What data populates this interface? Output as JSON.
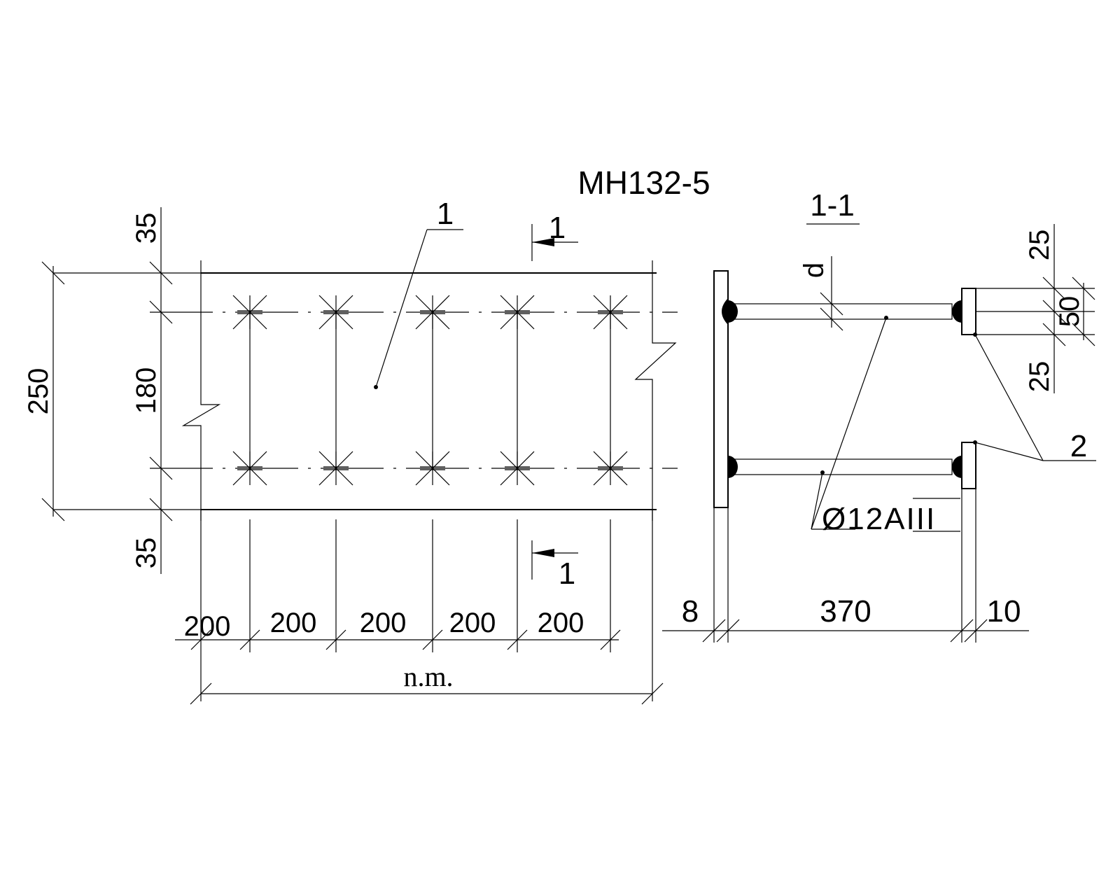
{
  "title": "МН132-5",
  "section_label": "1-1",
  "callouts": {
    "plate": "1",
    "stud": "2",
    "section_mark_top": "1",
    "section_mark_bottom": "1",
    "diameter": "d",
    "rebar": "Ø12AIII"
  },
  "dimensions": {
    "overall_height": "250",
    "inner_height": "180",
    "edge_top": "35",
    "edge_bottom": "35",
    "spacing": [
      "200",
      "200",
      "200",
      "200",
      "200"
    ],
    "overall_length": "n.m.",
    "section_plate_thickness": "8",
    "section_length": "370",
    "section_head_thickness": "10",
    "section_top": "25",
    "section_mid": "50",
    "section_bottom": "25"
  },
  "colors": {
    "line": "#000000",
    "background": "#ffffff"
  }
}
